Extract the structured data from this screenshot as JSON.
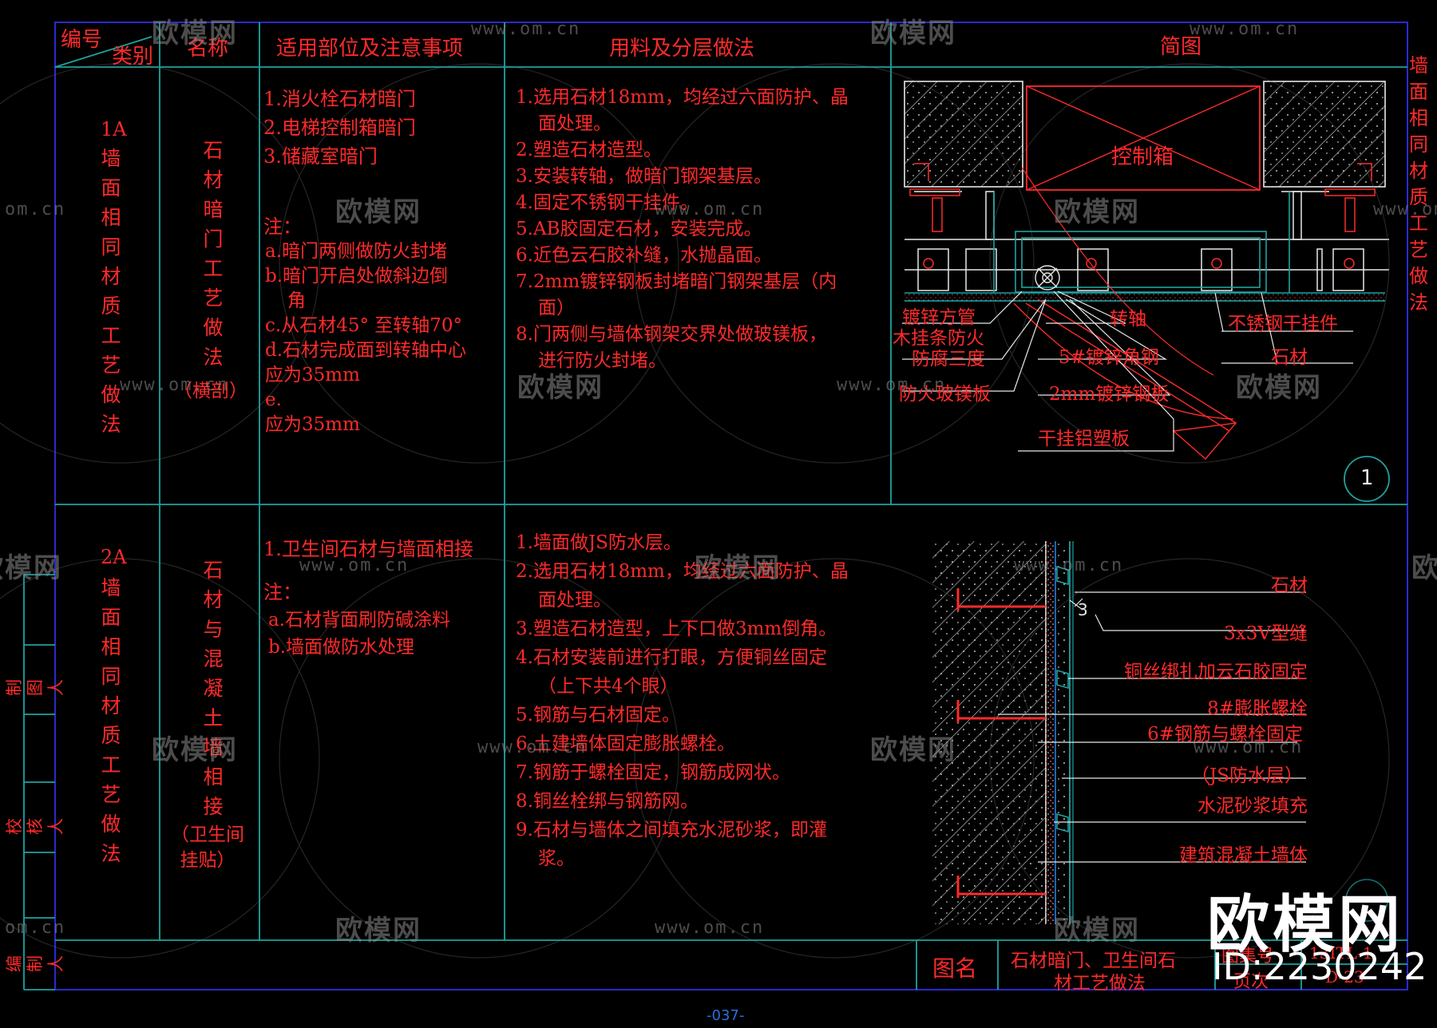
{
  "header": {
    "code_label": "编号",
    "category_label": "类别",
    "name_label": "名称",
    "scope_label": "适用部位及注意事项",
    "method_label": "用料及分层做法",
    "sketch_label": "简图"
  },
  "row1": {
    "code": "1A",
    "category": "墙面相同材质工艺做法",
    "name": "石材暗门工艺做法",
    "name_sub": "（横剖）",
    "scope": [
      "1.消火栓石材暗门",
      "2.电梯控制箱暗门",
      "3.储藏室暗门"
    ],
    "notes_title": "注：",
    "notes": [
      "a.暗门两侧做防火封堵",
      "b.暗门开启处做斜边倒",
      "角",
      "c.从石材45° 至转轴70°",
      "d.石材完成面到转轴中心",
      "应为35mm",
      "e.",
      "应为35mm"
    ],
    "method": [
      "1.选用石材18mm，均经过六面防护、晶",
      "面处理。",
      "2.塑造石材造型。",
      "3.安装转轴，做暗门钢架基层。",
      "4.固定不锈钢干挂件。",
      "5.AB胶固定石材，安装完成。",
      "6.近色云石胶补缝，水抛晶面。",
      "7.2mm镀锌钢板封堵暗门钢架基层（内",
      "面）",
      "8.门两侧与墙体钢架交界处做玻镁板，",
      "进行防火封堵。"
    ],
    "sketch": {
      "box_label": "控制箱",
      "side_note": "墙面相同材质工艺做法",
      "labels": {
        "l1": "镀锌方管",
        "l2": "木挂条防火",
        "l3": "防腐三度",
        "l4": "防火玻镁板",
        "l5": "转轴",
        "l6": "5#镀锌角钢",
        "l7": "2mm镀锌钢板",
        "l8": "干挂铝塑板",
        "l9": "不锈钢干挂件",
        "l10": "石材"
      },
      "callout": "1"
    }
  },
  "row2": {
    "code": "2A",
    "category": "墙面相同材质工艺做法",
    "name": "石材与混凝土墙相接",
    "name_sub": "（卫生间挂贴）",
    "scope": [
      "1.卫生间石材与墙面相接"
    ],
    "notes_title": "注：",
    "notes": [
      "a.石材背面刷防碱涂料",
      "b.墙面做防水处理"
    ],
    "method": [
      "1.墙面做JS防水层。",
      "2.选用石材18mm，均经过六面防护、晶",
      "面处理。",
      "3.塑造石材造型，上下口做3mm倒角。",
      "4.石材安装前进行打眼，方便铜丝固定",
      "（上下共4个眼）",
      "5.钢筋与石材固定。",
      "6.土建墙体固定膨胀螺栓。",
      "7.钢筋于螺栓固定，钢筋成网状。",
      "8.铜丝栓绑与钢筋网。",
      "9.石材与墙体之间填充水泥砂浆，即灌",
      "浆。"
    ],
    "sketch": {
      "dim": "3",
      "labels": [
        "石材",
        "3x3V型缝",
        "铜丝绑扎加云石胶固定",
        "8#膨胀螺栓",
        "6#钢筋与螺栓固定",
        "（JS防水层）",
        "水泥砂浆填充",
        "建筑混凝土墙体"
      ]
    }
  },
  "sidebar": {
    "drawer": "制图人",
    "checker": "校核人",
    "editor": "编制人"
  },
  "titleblock": {
    "name_label": "图名",
    "name": [
      "石材暗门、卫生间石",
      "材工艺做法"
    ],
    "atlas_label": "图集号",
    "atlas_no": "13ITL-1",
    "page_label": "页次",
    "page_no": "D-23"
  },
  "page_number": "-037-",
  "watermark": {
    "logo": "欧模网",
    "url": "www.om.cn",
    "url_fragment": "om.cn",
    "id": "ID:2230242"
  }
}
